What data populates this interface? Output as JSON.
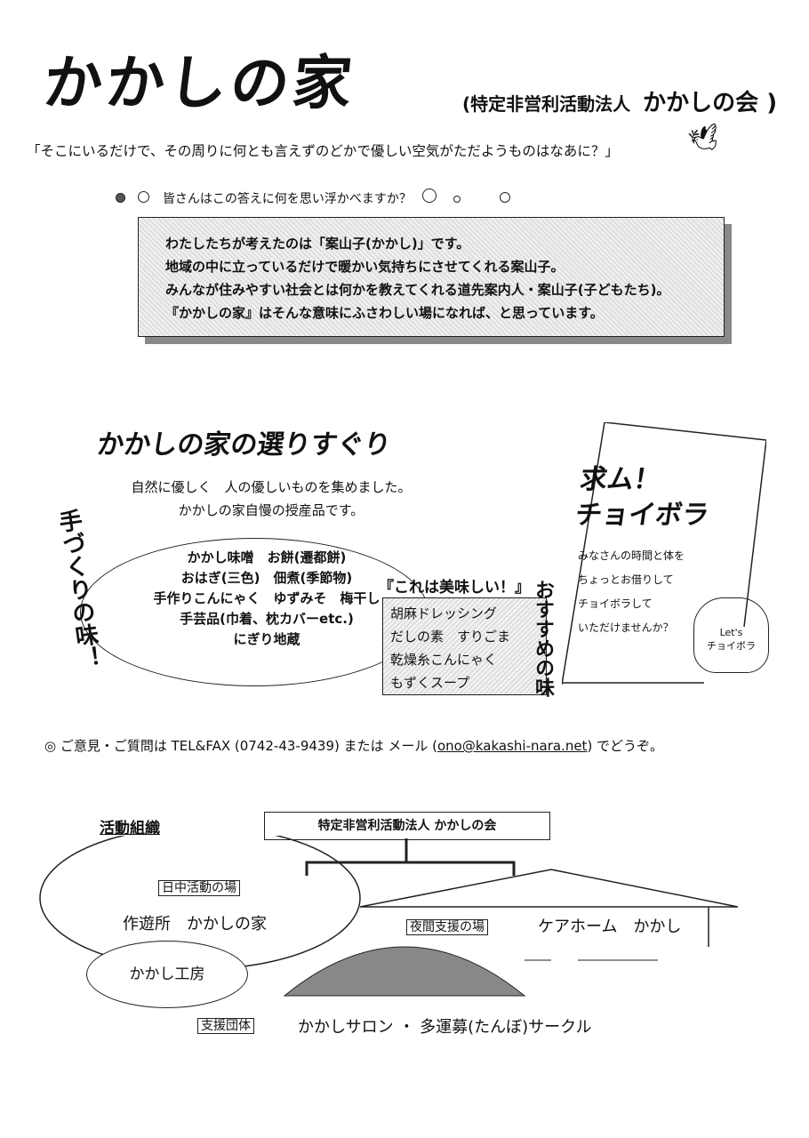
{
  "header": {
    "logo": "かかしの家",
    "org_prefix": "(特定非営利活動法人",
    "org_name": "かかしの会 )"
  },
  "quote": "「そこにいるだけで、その周りに何とも言えずのどかで優しい空気がただようものはなあに？」",
  "question": "皆さんはこの答えに何を思い浮かべますか？",
  "answer_lines": [
    "わたしたちが考えたのは「案山子(かかし)」です。",
    "地域の中に立っているだけで暖かい気持ちにさせてくれる案山子。",
    "みんなが住みやすい社会とは何かを教えてくれる道先案内人・案山子(子どもたち)。",
    "『かかしの家』はそんな意味にふさわしい場になれば、と思っています。"
  ],
  "products": {
    "title": "かかしの家の選りすぐり",
    "intro": [
      "自然に優しく　人の優しいものを集めました。",
      "かかしの家自慢の授産品です。"
    ],
    "handmade_label": "手づくりの味！",
    "items": [
      "かかし味噌　お餅(遷都餅)",
      "おはぎ(三色)　佃煮(季節物)",
      "手作りこんにゃく　ゆずみそ　梅干し",
      "手芸品(巾着、枕カバーetc.)",
      "にぎり地蔵"
    ],
    "oishii": "『これは美味しい！』",
    "recommend_label": "おすすめの味",
    "recommend": [
      "胡麻ドレッシング",
      "だしの素　すりごま",
      "乾燥糸こんにゃく",
      "もずくスープ"
    ]
  },
  "volunteer": {
    "title1": "求ム！",
    "title2": "チョイボラ",
    "lines": [
      "みなさんの時間と体を",
      "ちょっとお借りして",
      "チョイボラして",
      "いただけませんか？"
    ],
    "badge1": "Let's",
    "badge2": "チョイボラ"
  },
  "contact": {
    "prefix": "◎ ご意見・ご質問は TEL&FAX (0742-43-9439) または メール (",
    "email": "ono@kakashi-nara.net",
    "suffix": ") でどうぞ。"
  },
  "organization": {
    "title": "活動組織",
    "root": "特定非営利活動法人 かかしの会",
    "day_label": "日中活動の場",
    "day_place": "作遊所　かかしの家",
    "workshop": "かかし工房",
    "night_label": "夜間支援の場",
    "night_place": "ケアホーム　かかし",
    "support_label": "支援団体",
    "support": "かかしサロン ・ 多運募(たんぼ)サークル"
  }
}
